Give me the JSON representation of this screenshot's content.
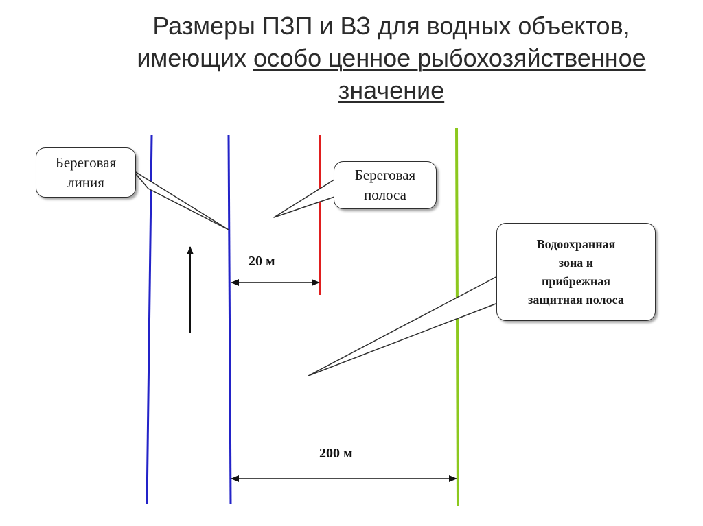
{
  "title": {
    "line1": "Размеры ПЗП и ВЗ для водных объектов,",
    "line2_plain": "имеющих ",
    "line2_underlined": "особо ценное рыбохозяйственное",
    "line3_underlined": "значение"
  },
  "callouts": {
    "shore_line": [
      "Береговая",
      "линия"
    ],
    "shore_strip": [
      "Береговая",
      "полоса"
    ],
    "water_protection_zone": [
      "Водоохранная",
      "зона и",
      "прибрежная",
      "защитная полоса"
    ]
  },
  "measurements": {
    "shore_strip_width": "20 м",
    "protection_zone_width": "200 м"
  },
  "colors": {
    "water_edge_line": "#2323c8",
    "shoreline": "#2323c8",
    "shore_strip_boundary": "#e01e1e",
    "protection_zone_boundary": "#8cc81e",
    "flow_arrow": "#111111",
    "dimension_arrow": "#111111"
  }
}
